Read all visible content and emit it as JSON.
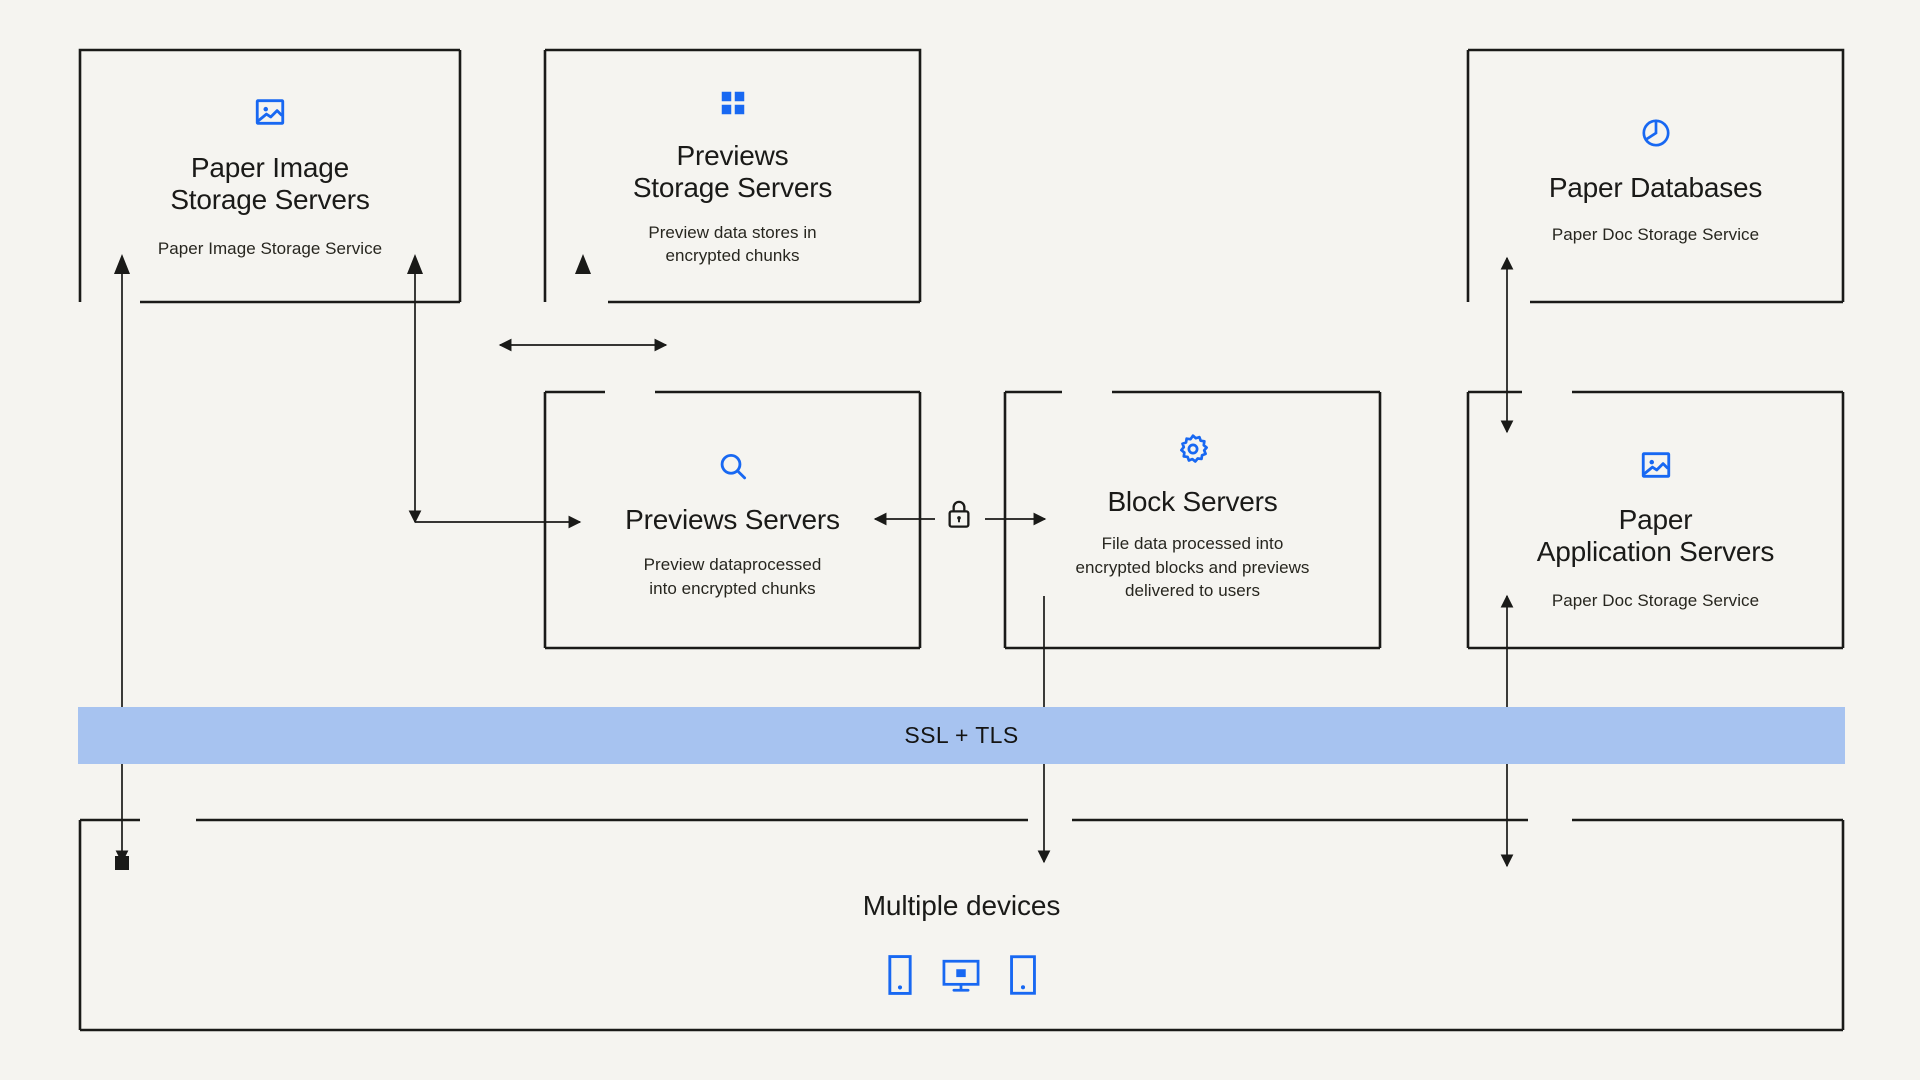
{
  "canvas": {
    "background": "#f5f4f0",
    "line_color": "#1a1a18",
    "accent_color": "#1868f2",
    "band_color": "#a7c3f0"
  },
  "nodes": [
    {
      "id": "paper-image-storage-servers",
      "icon": "image-icon",
      "title": "Paper Image\nStorage Servers",
      "subtitle": "Paper Image Storage Service"
    },
    {
      "id": "previews-storage-servers",
      "icon": "grid-icon",
      "title": "Previews\nStorage Servers",
      "subtitle": "Preview data stores in\nencrypted chunks"
    },
    {
      "id": "paper-databases",
      "icon": "pie-chart-icon",
      "title": "Paper Databases",
      "subtitle": "Paper Doc Storage Service"
    },
    {
      "id": "previews-servers",
      "icon": "search-icon",
      "title": "Previews Servers",
      "subtitle": "Preview dataprocessed\ninto encrypted chunks"
    },
    {
      "id": "block-servers",
      "icon": "gear-icon",
      "title": "Block Servers",
      "subtitle": "File data processed into\nencrypted blocks and  previews\ndelivered to users"
    },
    {
      "id": "paper-application-servers",
      "icon": "image-icon",
      "title": "Paper\nApplication Servers",
      "subtitle": "Paper Doc Storage Service"
    }
  ],
  "security_band": {
    "label": "SSL + TLS"
  },
  "devices": {
    "title": "Multiple devices",
    "icons": [
      "mobile-phone-icon",
      "desktop-monitor-icon",
      "tablet-icon"
    ]
  },
  "connectors": {
    "lock_icon": "padlock-icon"
  }
}
